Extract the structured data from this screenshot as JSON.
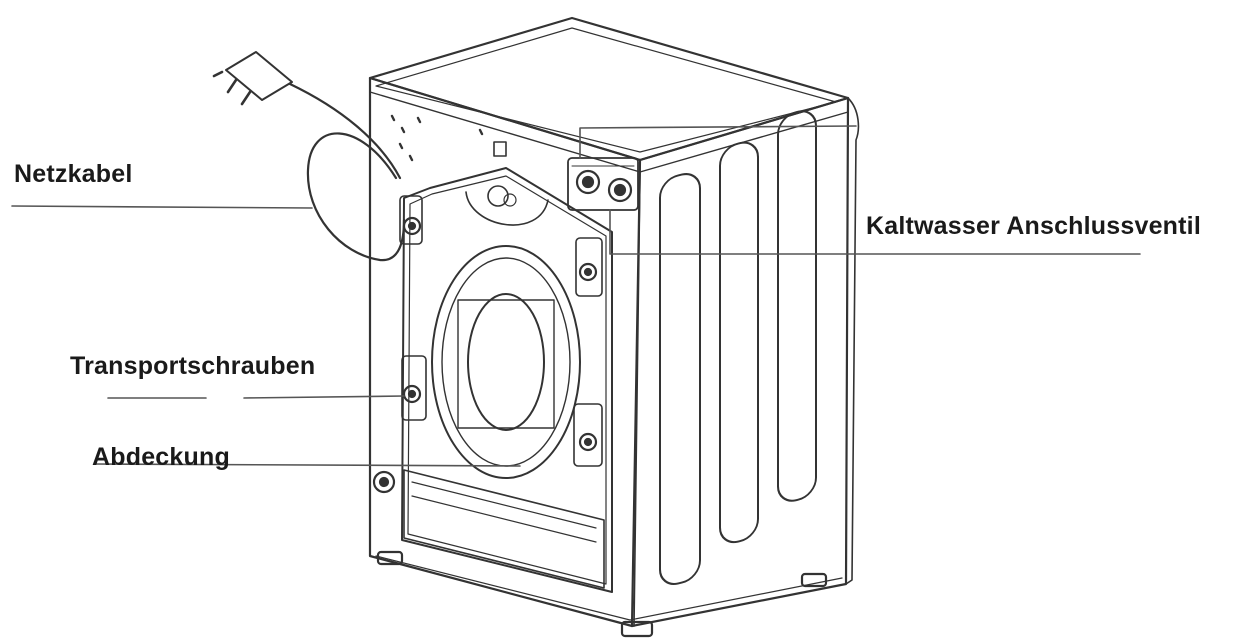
{
  "labels": {
    "power_cable": "Netzkabel",
    "cold_water_valve": "Kaltwasser Anschlussventil",
    "transport_bolts": "Transportschrauben",
    "cover": "Abdeckung"
  },
  "colors": {
    "line": "#333333",
    "leader": "#555555",
    "background": "#ffffff"
  }
}
